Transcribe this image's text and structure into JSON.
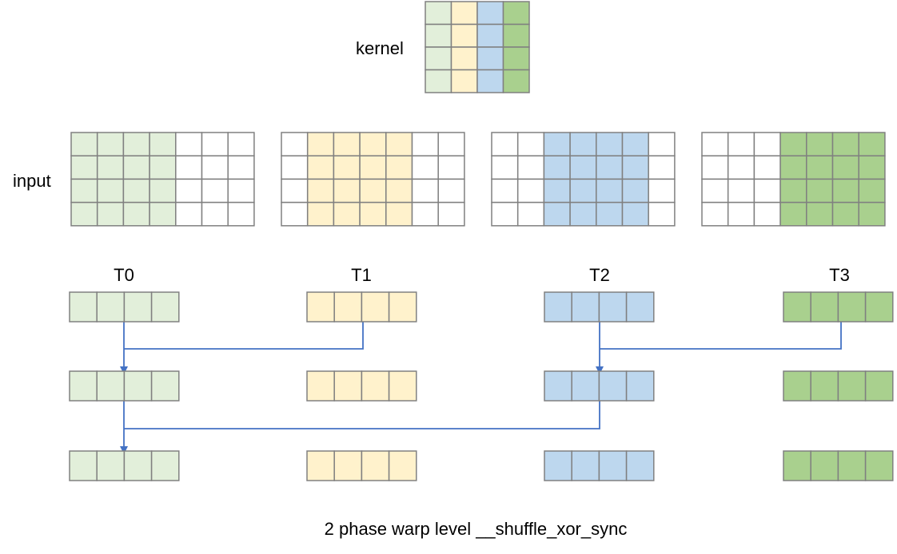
{
  "labels": {
    "kernel": "kernel",
    "input": "input",
    "threads": [
      "T0",
      "T1",
      "T2",
      "T3"
    ],
    "caption": "2 phase warp level __shuffle_xor_sync"
  },
  "colors": {
    "t0": "#e2efda",
    "t1": "#fff2cc",
    "t2": "#bdd7ee",
    "t3": "#a9d08e",
    "grid": "#808080",
    "arrow": "#4472c4"
  },
  "kernel": {
    "rows": 4,
    "columns": [
      "t0",
      "t1",
      "t2",
      "t3"
    ]
  },
  "input": {
    "rows": 4,
    "cols": 7,
    "blocks": [
      {
        "color": "t0",
        "filled_cols": [
          0,
          1,
          2,
          3
        ]
      },
      {
        "color": "t1",
        "filled_cols": [
          1,
          2,
          3,
          4
        ]
      },
      {
        "color": "t2",
        "filled_cols": [
          2,
          3,
          4,
          5
        ]
      },
      {
        "color": "t3",
        "filled_cols": [
          3,
          4,
          5,
          6
        ]
      }
    ]
  },
  "phases": {
    "rows": 3,
    "cells_per_thread": 4,
    "thread_colors": [
      "t0",
      "t1",
      "t2",
      "t3"
    ],
    "arrows": [
      {
        "phase": 1,
        "from": 1,
        "to": 0
      },
      {
        "phase": 1,
        "from": 3,
        "to": 2
      },
      {
        "phase": 2,
        "from": 2,
        "to": 0
      }
    ]
  }
}
